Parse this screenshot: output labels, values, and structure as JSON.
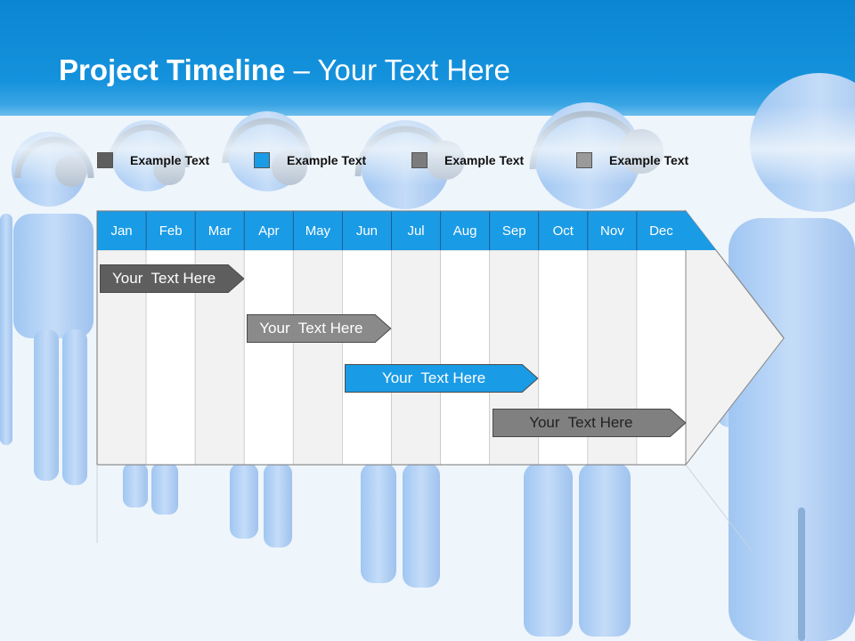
{
  "title": {
    "bold": "Project Timeline",
    "rest": " – Your Text Here"
  },
  "legend": [
    {
      "label": "Example Text",
      "color": "#5e5e5e"
    },
    {
      "label": "Example Text",
      "color": "#1a9be6"
    },
    {
      "label": "Example Text",
      "color": "#7c7c7c"
    },
    {
      "label": "Example Text",
      "color": "#9a9a9a"
    }
  ],
  "timeline": {
    "months": [
      "Jan",
      "Feb",
      "Mar",
      "Apr",
      "May",
      "Jun",
      "Jul",
      "Aug",
      "Sep",
      "Oct",
      "Nov",
      "Dec"
    ],
    "header_color": "#1a9be6",
    "tasks": [
      {
        "label": "Your  Text Here",
        "color": "#5e5e5e",
        "text_color": "#ffffff",
        "start": "Jan",
        "end": "Mar"
      },
      {
        "label": "Your  Text Here",
        "color": "#8a8a8a",
        "text_color": "#ffffff",
        "start": "Apr",
        "end": "Jun"
      },
      {
        "label": "Your  Text Here",
        "color": "#1a9be6",
        "text_color": "#ffffff",
        "start": "Jun",
        "end": "Sep"
      },
      {
        "label": "Your  Text Here",
        "color": "#808080",
        "text_color": "#222222",
        "start": "Sep",
        "end": "Dec"
      }
    ]
  }
}
